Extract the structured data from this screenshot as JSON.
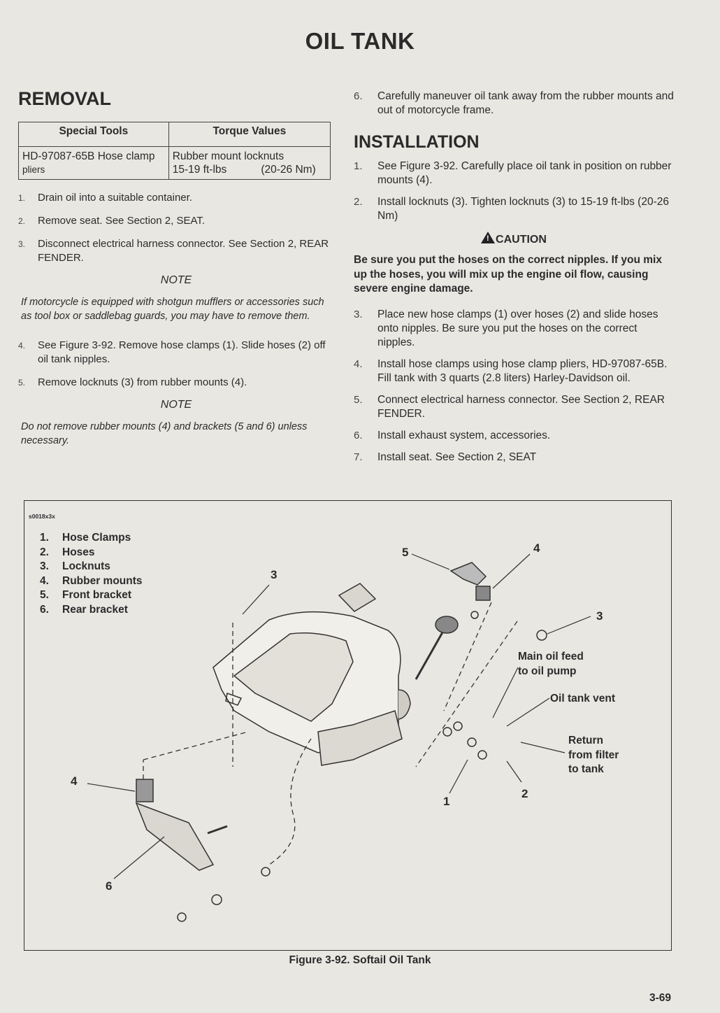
{
  "page_title": "OIL TANK",
  "removal": {
    "heading": "REMOVAL",
    "table": {
      "headers": [
        "Special Tools",
        "Torque Values"
      ],
      "tool_line1": "HD-97087-65B Hose clamp",
      "tool_line2": "pliers",
      "torque_line1": "Rubber mount locknuts",
      "torque_ftlbs": "15-19 ft-lbs",
      "torque_nm": "(20-26 Nm)"
    },
    "steps_a": [
      {
        "num": "1.",
        "text": "Drain oil into a suitable container."
      },
      {
        "num": "2.",
        "text": "Remove seat. See Section 2, SEAT."
      },
      {
        "num": "3.",
        "text": "Disconnect electrical harness connector. See Section 2, REAR FENDER."
      }
    ],
    "note1_heading": "NOTE",
    "note1_text": "If motorcycle is equipped with shotgun mufflers or accessories such as tool box or saddlebag guards, you may have to remove them.",
    "steps_b": [
      {
        "num": "4.",
        "text": "See Figure 3-92. Remove hose clamps (1). Slide hoses (2) off oil tank nipples."
      },
      {
        "num": "5.",
        "text": "Remove locknuts (3) from rubber mounts (4)."
      }
    ],
    "note2_heading": "NOTE",
    "note2_text": "Do not remove rubber mounts (4) and brackets (5 and 6) unless necessary.",
    "step6": {
      "num": "6.",
      "text": "Carefully maneuver oil tank away from the rubber mounts and out of motorcycle frame."
    }
  },
  "installation": {
    "heading": "INSTALLATION",
    "steps_a": [
      {
        "num": "1.",
        "text": "See Figure 3-92. Carefully place oil tank in position on rubber mounts (4)."
      },
      {
        "num": "2.",
        "text": "Install locknuts (3). Tighten locknuts (3) to 15-19 ft-lbs (20-26 Nm)"
      }
    ],
    "caution_heading": "CAUTION",
    "caution_text": "Be sure you put the hoses on the correct nipples. If you mix up the hoses, you will mix up the engine oil flow, causing severe engine damage.",
    "steps_b": [
      {
        "num": "3.",
        "text": "Place new hose clamps (1) over hoses (2) and slide hoses onto nipples. Be sure you put the hoses on the correct nipples."
      },
      {
        "num": "4.",
        "text": "Install hose clamps using hose clamp pliers, HD-97087-65B. Fill tank with 3 quarts (2.8 liters) Harley-Davidson oil."
      },
      {
        "num": "5.",
        "text": "Connect electrical harness connector. See Section 2, REAR FENDER."
      },
      {
        "num": "6.",
        "text": "Install exhaust system, accessories."
      },
      {
        "num": "7.",
        "text": "Install seat. See Section 2, SEAT"
      }
    ]
  },
  "figure": {
    "code": "s0018x3x",
    "legend": [
      {
        "num": "1.",
        "label": "Hose Clamps"
      },
      {
        "num": "2.",
        "label": "Hoses"
      },
      {
        "num": "3.",
        "label": "Locknuts"
      },
      {
        "num": "4.",
        "label": "Rubber mounts"
      },
      {
        "num": "5.",
        "label": "Front bracket"
      },
      {
        "num": "6.",
        "label": "Rear bracket"
      }
    ],
    "callouts": {
      "c3_left": "3",
      "c5": "5",
      "c4_top": "4",
      "c3_right": "3",
      "c4_left": "4",
      "c6": "6",
      "c1": "1",
      "c2": "2"
    },
    "main_oil_feed_1": "Main oil feed",
    "main_oil_feed_2": "to oil pump",
    "oil_tank_vent": "Oil tank vent",
    "return_1": "Return",
    "return_2": "from filter",
    "return_3": "to tank",
    "caption": "Figure 3-92. Softail Oil Tank"
  },
  "page_number": "3-69"
}
